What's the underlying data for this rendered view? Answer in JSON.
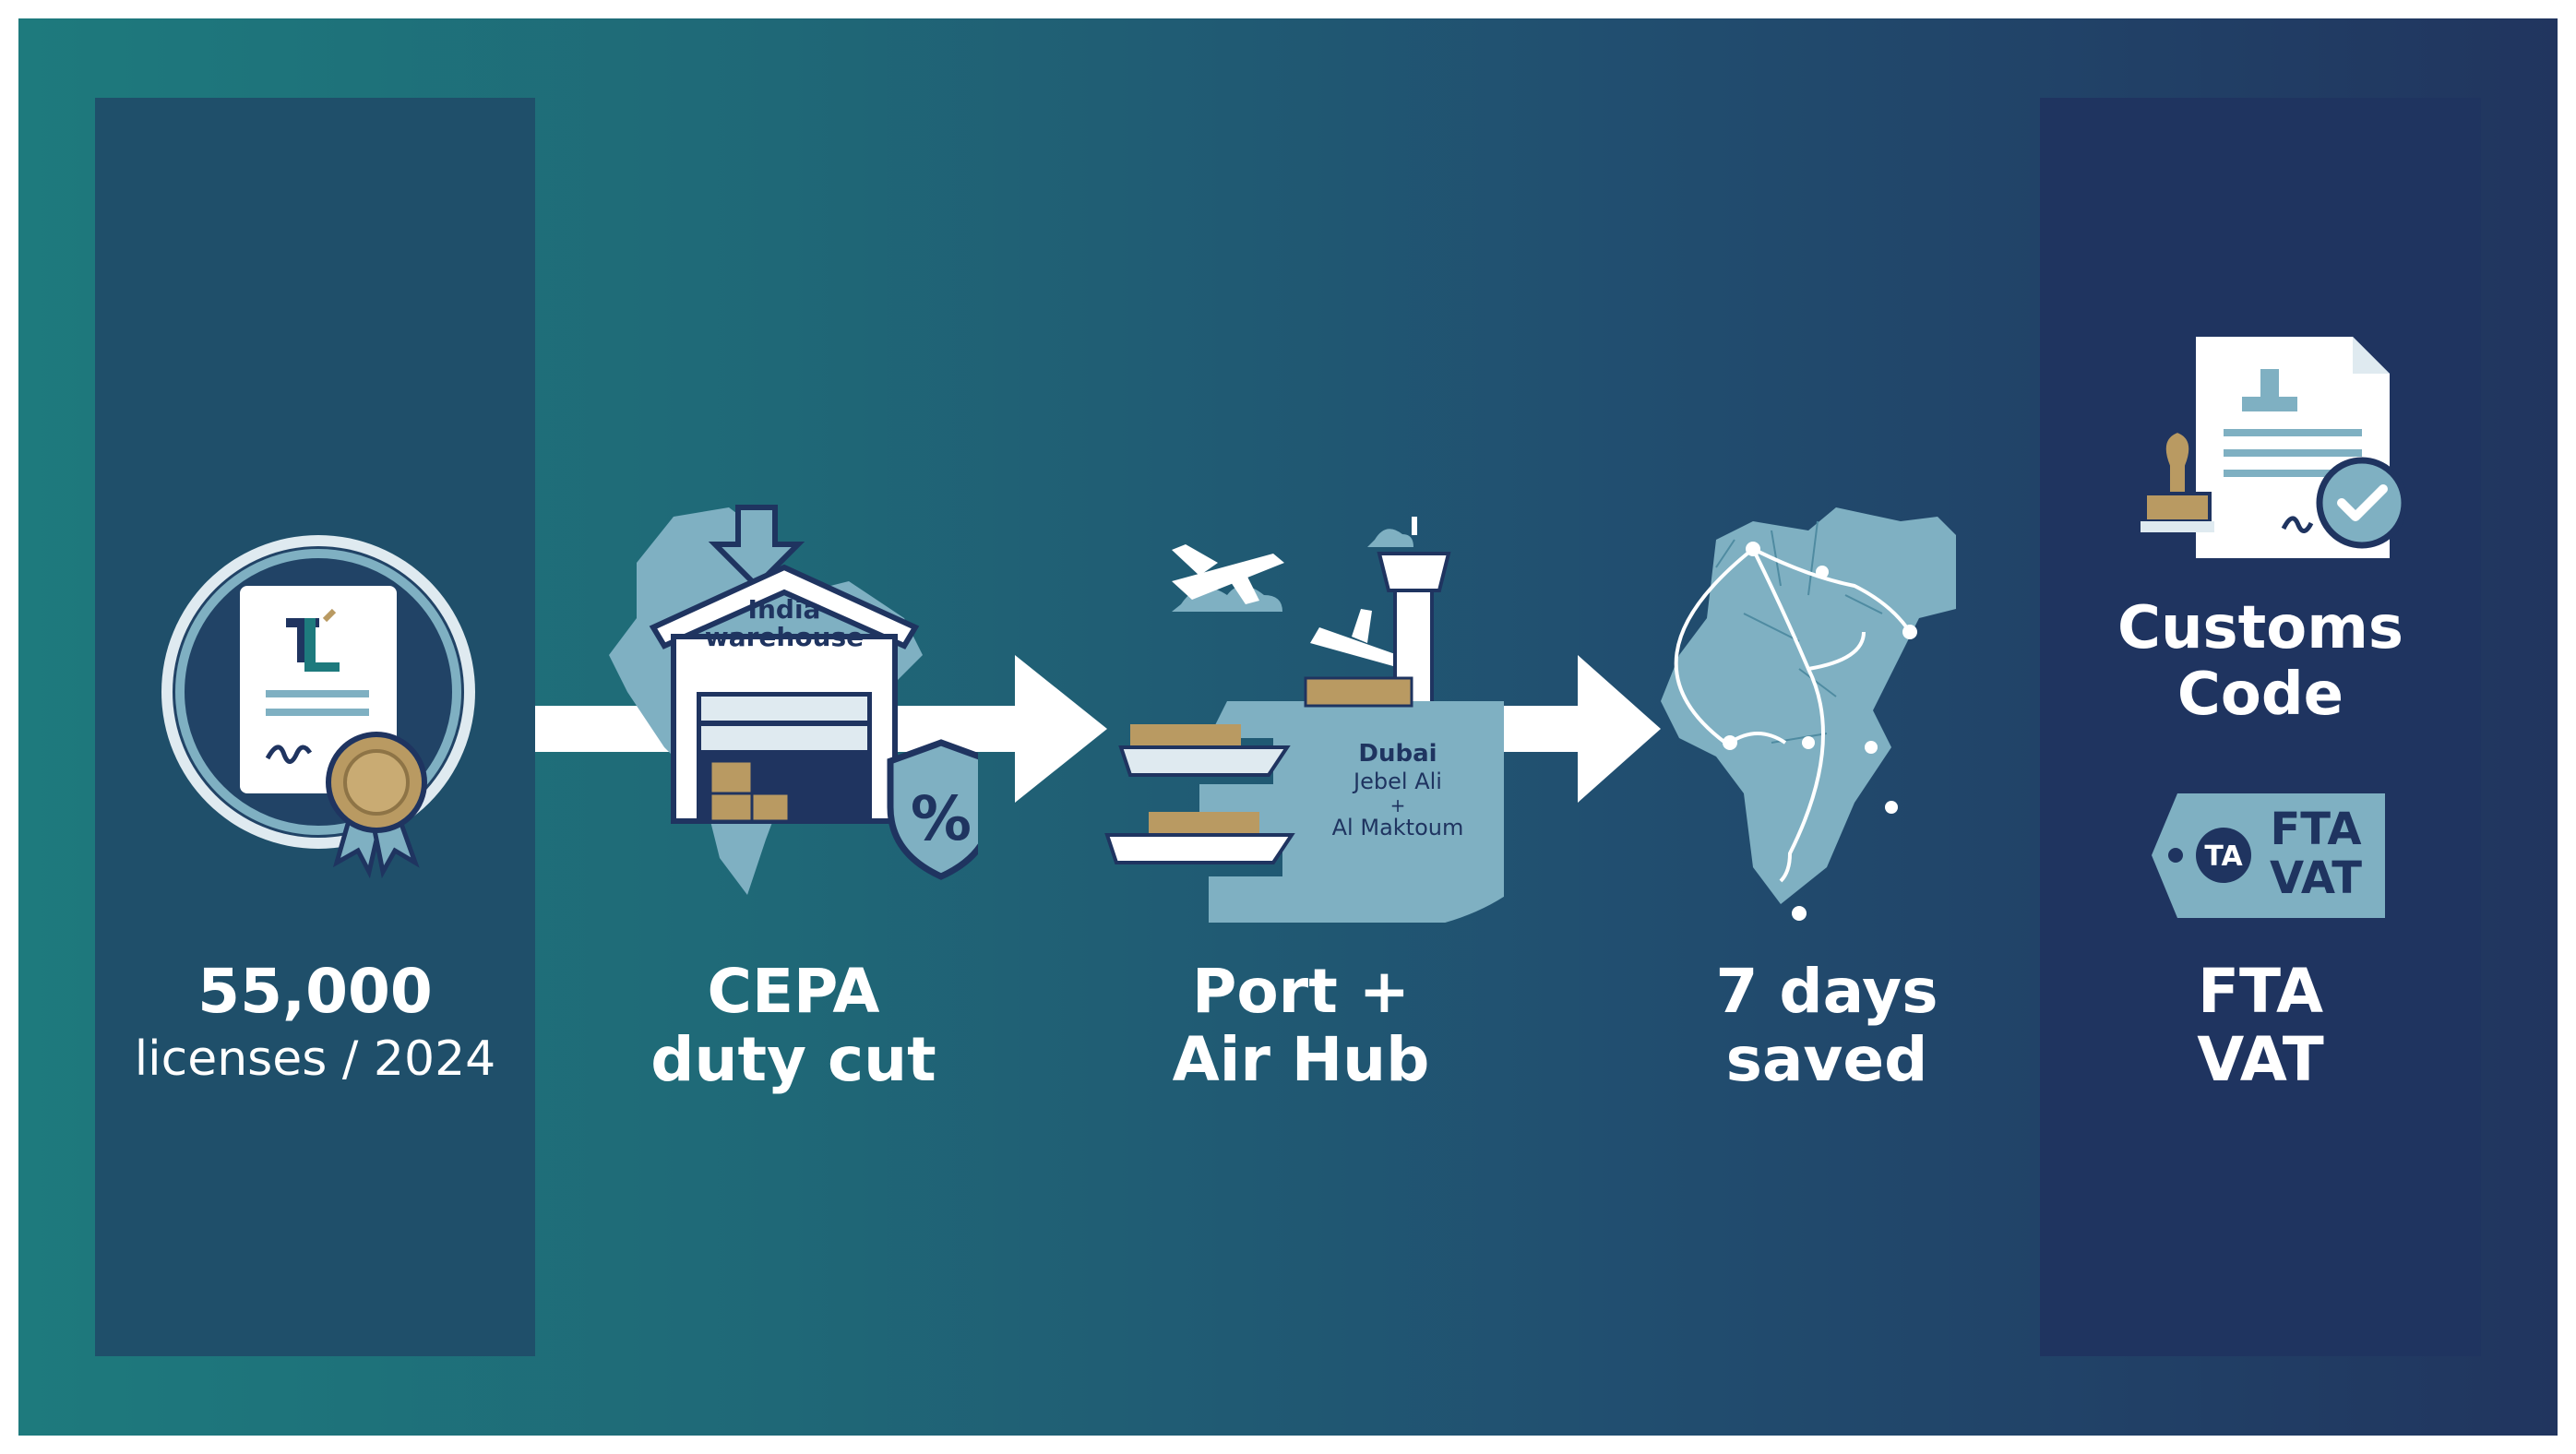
{
  "steps": [
    {
      "title": "55,000",
      "subtitle": "licenses / 2024"
    },
    {
      "title": "CEPA",
      "subtitle": "duty cut",
      "icon_text": [
        "India",
        "warehouse"
      ],
      "badge": "%"
    },
    {
      "title": "Port +",
      "subtitle": "Air Hub",
      "icon_text": [
        "Dubai",
        "Jebel Ali",
        "+",
        "Al Maktoum"
      ]
    },
    {
      "title": "7 days",
      "subtitle": "saved"
    }
  ],
  "right_panel": {
    "customs_title": [
      "Customs",
      "Code"
    ],
    "tag_text": [
      "FTA",
      "VAT"
    ],
    "tag_logo": "TA",
    "footer": [
      "FTA",
      "VAT"
    ]
  },
  "colors": {
    "bg_start": "#1e7a7d",
    "bg_end": "#21355f",
    "accent_light": "#7fb0c2",
    "gold": "#b99a62",
    "navy": "#1f3460"
  }
}
